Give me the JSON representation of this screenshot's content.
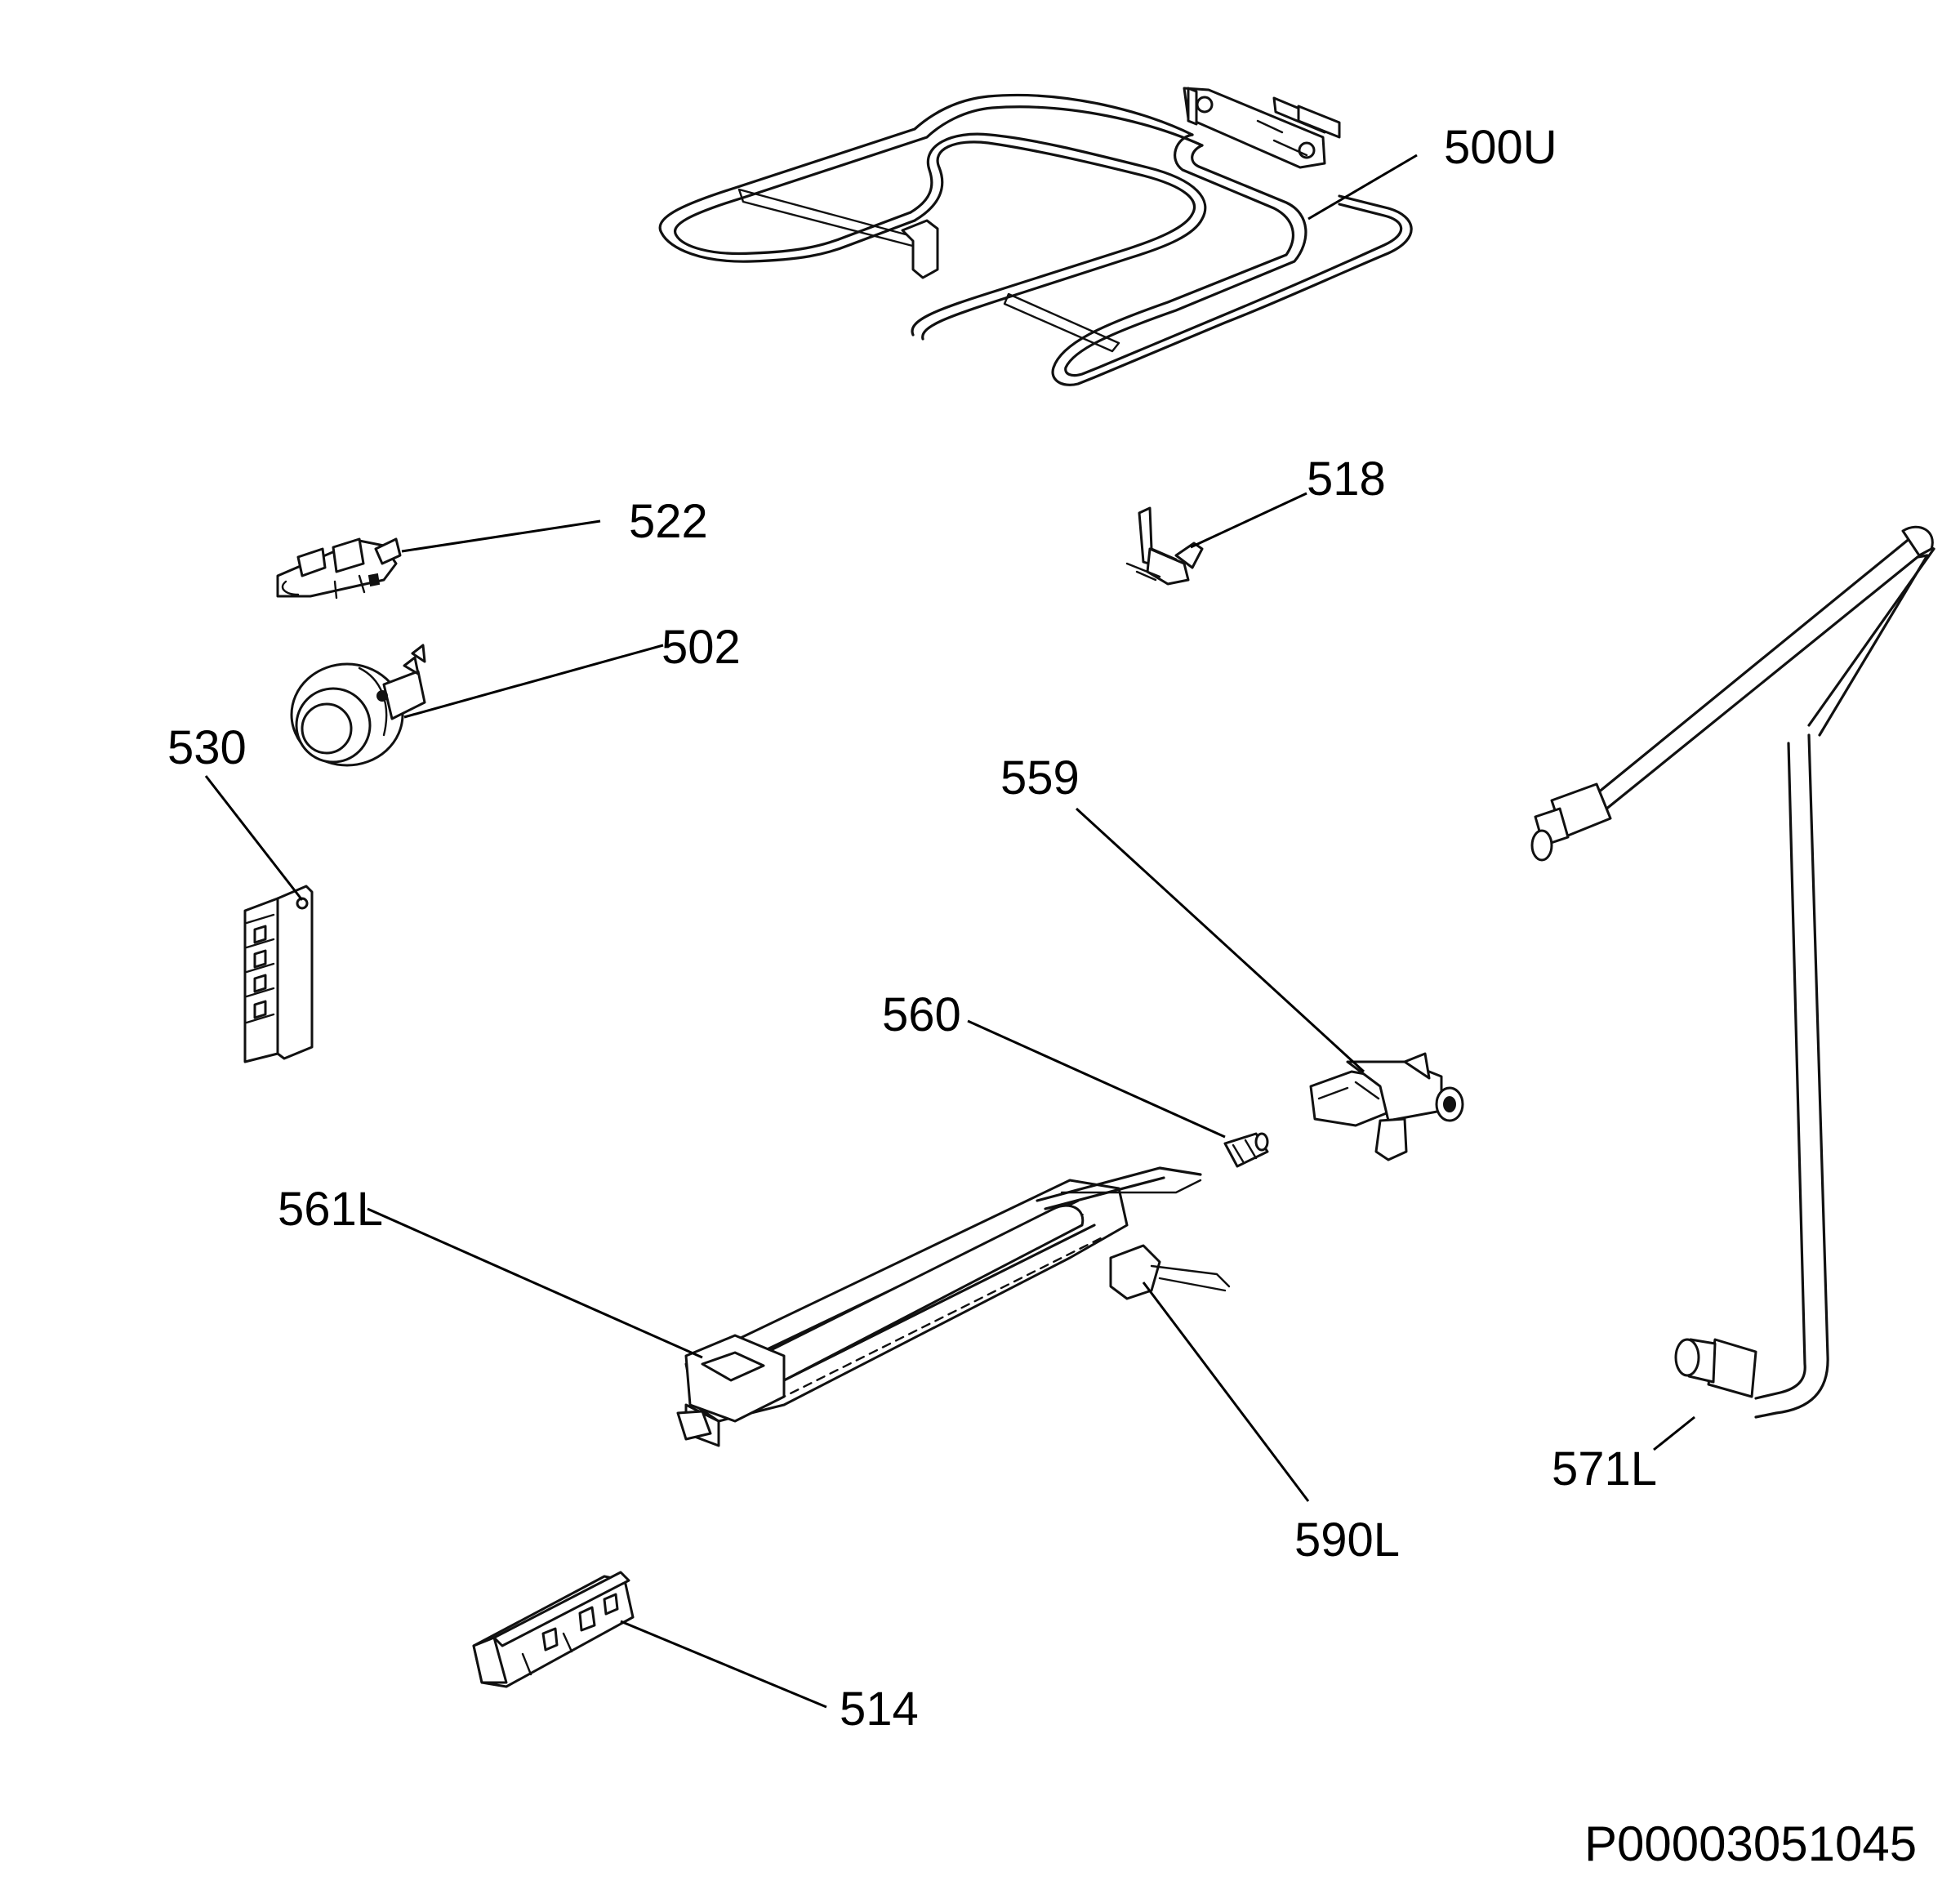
{
  "diagram": {
    "document_code": "P00003051045",
    "parts": [
      {
        "label": "500U",
        "name": "grill-heating-element"
      },
      {
        "label": "518",
        "name": "terminal-clip"
      },
      {
        "label": "522",
        "name": "terminal-block-small"
      },
      {
        "label": "502",
        "name": "rotary-switch"
      },
      {
        "label": "530",
        "name": "terminal-strip"
      },
      {
        "label": "559",
        "name": "gas-valve"
      },
      {
        "label": "560",
        "name": "injector-nozzle"
      },
      {
        "label": "561L",
        "name": "burner-assembly"
      },
      {
        "label": "590L",
        "name": "ignition-electrode"
      },
      {
        "label": "571L",
        "name": "gas-pipe"
      },
      {
        "label": "514",
        "name": "ignition-generator"
      }
    ]
  }
}
